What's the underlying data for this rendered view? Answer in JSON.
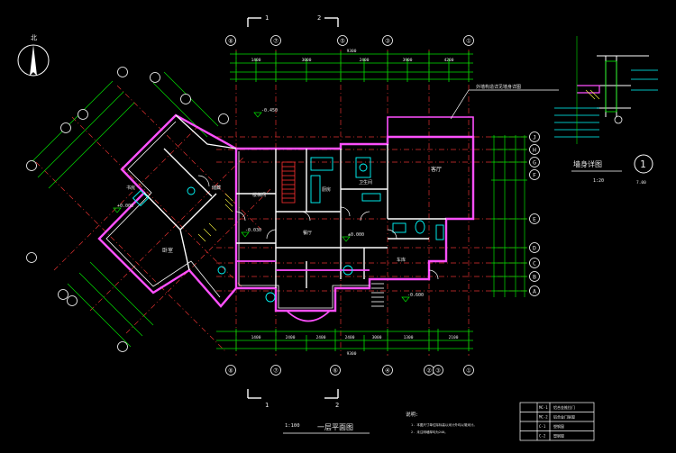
{
  "drawing": {
    "title": "一层平面图",
    "scale": "1:100",
    "detail_title": "墙身详图",
    "detail_scale": "1:20",
    "detail_number": "1",
    "detail_note": "7.00",
    "north_label": "北",
    "section_marks": [
      "1",
      "2"
    ],
    "top_axes": [
      "⑧",
      "⑦",
      "⑤",
      "③",
      "①"
    ],
    "bottom_axes": [
      "⑧",
      "⑦",
      "⑥",
      "④",
      "②",
      "③",
      "①"
    ],
    "right_axes": [
      "J",
      "H",
      "G",
      "F",
      "E",
      "D",
      "C",
      "B",
      "A"
    ],
    "top_dims_overall": "9300",
    "top_dims": [
      "1400",
      "3000",
      "2400",
      "3900",
      "4200"
    ],
    "bottom_dims_overall": "9300",
    "bottom_dims": [
      "1400",
      "2400",
      "2400",
      "2400",
      "3000",
      "1300",
      "2100"
    ],
    "room_labels": [
      "客厅",
      "卧室",
      "厨房",
      "卫生间",
      "餐厅",
      "车库",
      "楼梯间",
      "书房",
      "储藏"
    ],
    "elevations": [
      "-0.450",
      "±0.000",
      "-0.030",
      "-0.600",
      "+0.000"
    ],
    "notes_label": "说明:",
    "notes": [
      "1. 本图尺寸单位除标高以米计外均以毫米计。",
      "2. 未注明墙厚均为240。"
    ],
    "callout_text": "外墙构造详见墙身详图",
    "legend": [
      {
        "code": "MC-1",
        "desc": "铝合金推拉门"
      },
      {
        "code": "MC-2",
        "desc": "铝合金门联窗"
      },
      {
        "code": "C-1",
        "desc": "塑钢窗"
      },
      {
        "code": "C-2",
        "desc": "塑钢窗"
      }
    ],
    "colors": {
      "background": "#000000",
      "wall": "#ff40ff",
      "axis": "#ff3030",
      "dimension": "#00ff00",
      "text": "#ffffff",
      "fixture": "#00ffff",
      "hatch": "#ffff00"
    }
  }
}
